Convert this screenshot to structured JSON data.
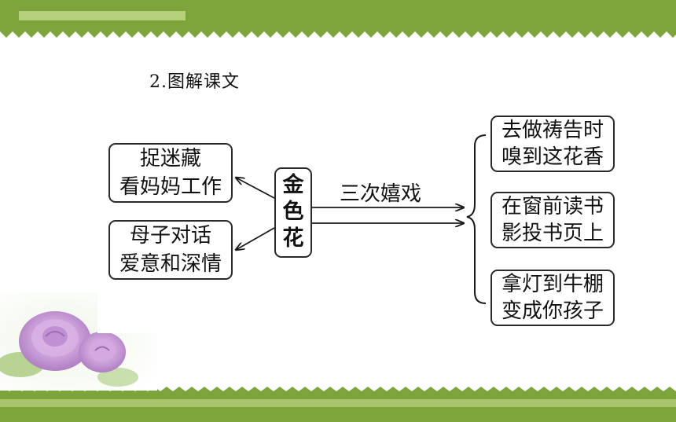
{
  "title": "2.图解课文",
  "center_node": {
    "lines": [
      "金",
      "色",
      "花"
    ]
  },
  "left_nodes": [
    {
      "lines": [
        "捉迷藏",
        "看妈妈工作"
      ]
    },
    {
      "lines": [
        "母子对话",
        "爱意和深情"
      ]
    }
  ],
  "edge_label": "三次嬉戏",
  "right_nodes": [
    {
      "lines": [
        "去做祷告时",
        "嗅到这花香"
      ]
    },
    {
      "lines": [
        "在窗前读书",
        "影投书页上"
      ]
    },
    {
      "lines": [
        "拿灯到牛棚",
        "变成你孩子"
      ]
    }
  ],
  "colors": {
    "border_green": "#7ca43a",
    "text": "#111111",
    "flower": "#c79bd6"
  }
}
